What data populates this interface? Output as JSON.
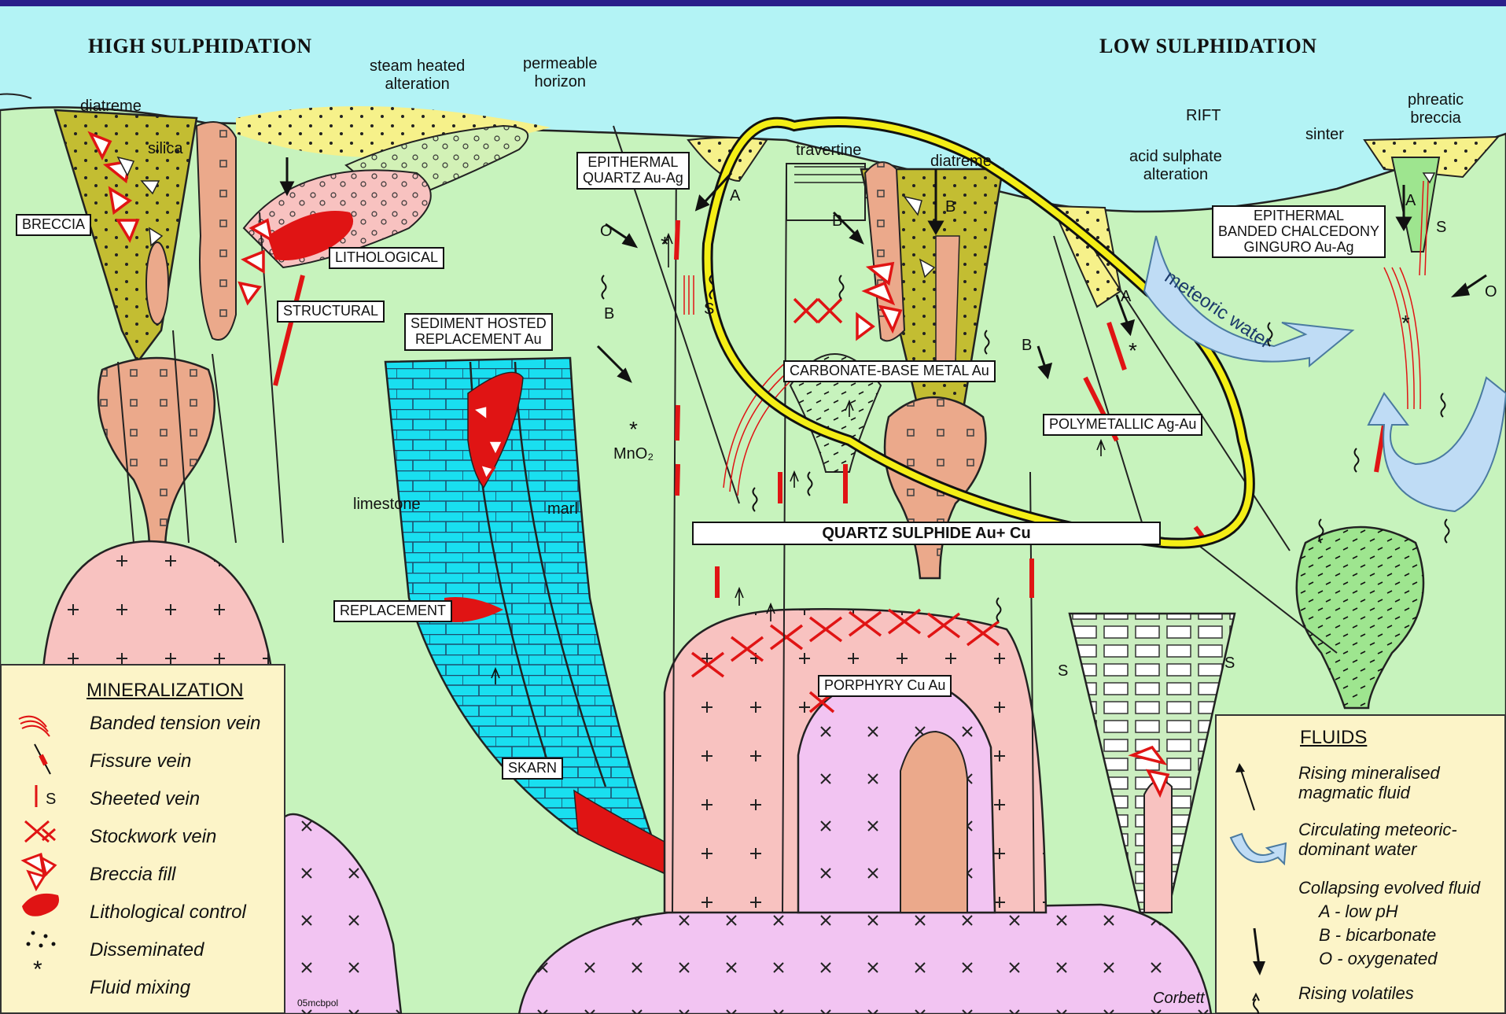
{
  "headings": {
    "high": "HIGH SULPHIDATION",
    "low": "LOW SULPHIDATION"
  },
  "labels": {
    "steam": "steam heated\nalteration",
    "permeable": "permeable\nhorizon",
    "diatreme_left": "diatreme",
    "silica": "silica",
    "travertine": "travertine",
    "diatreme_mid": "diatreme",
    "rift": "RIFT",
    "sinter": "sinter",
    "phreatic": "phreatic\nbreccia",
    "acid_sulphate": "acid sulphate\nalteration",
    "limestone": "limestone",
    "marl": "marl",
    "mno2": "MnO₂",
    "meteoric": "meteoric water",
    "a1": "A",
    "a2": "A",
    "a3": "A",
    "b1": "B",
    "b2": "B",
    "b3": "B",
    "b4": "B",
    "o1": "O",
    "o2": "O",
    "s1": "S",
    "s2": "S",
    "s3": "S",
    "s4": "S"
  },
  "boxes": {
    "breccia": "BRECCIA",
    "lithological": "LITHOLOGICAL",
    "structural": "STRUCTURAL",
    "epithermal_qtz": "EPITHERMAL\nQUARTZ Au-Ag",
    "sediment": "SEDIMENT HOSTED\nREPLACEMENT Au",
    "replacement": "REPLACEMENT",
    "skarn": "SKARN",
    "carbonate": "CARBONATE-BASE METAL Au",
    "polymetallic": "POLYMETALLIC Ag-Au",
    "quartz_sulphide": "QUARTZ SULPHIDE Au+ Cu",
    "porphyry": "PORPHYRY Cu Au",
    "epithermal_banded": "EPITHERMAL\nBANDED CHALCEDONY\nGINGURO Au-Ag"
  },
  "legend_min": {
    "title": "MINERALIZATION",
    "items": [
      "Banded tension vein",
      "Fissure vein",
      "Sheeted vein",
      "Stockwork vein",
      "Breccia fill",
      "Lithological control",
      "Disseminated",
      "Fluid mixing"
    ]
  },
  "legend_fluids": {
    "title": "FLUIDS",
    "rising": "Rising mineralised\nmagmatic fluid",
    "circulating": "Circulating meteoric-\ndominant water",
    "collapsing": "Collapsing evolved fluid",
    "a_ph": "A - low pH",
    "b_bic": "B - bicarbonate",
    "o_oxy": "O - oxygenated",
    "volatiles": "Rising volatiles"
  },
  "credits": {
    "code": "05mcbpol",
    "author": "Corbett"
  },
  "colors": {
    "sky": "#b3f3f5",
    "ground": "#c7f3bd",
    "red": "#e01414",
    "yellow": "#f6f18a",
    "olive": "#c3bd32",
    "salmon": "#eba98b",
    "pink": "#f8c2c0",
    "violet": "#f2c4f2",
    "limestone": "#19dff0",
    "ring": "#f4ee16",
    "legend_bg": "#fcf4c8",
    "frame": "#2a1f8a"
  }
}
